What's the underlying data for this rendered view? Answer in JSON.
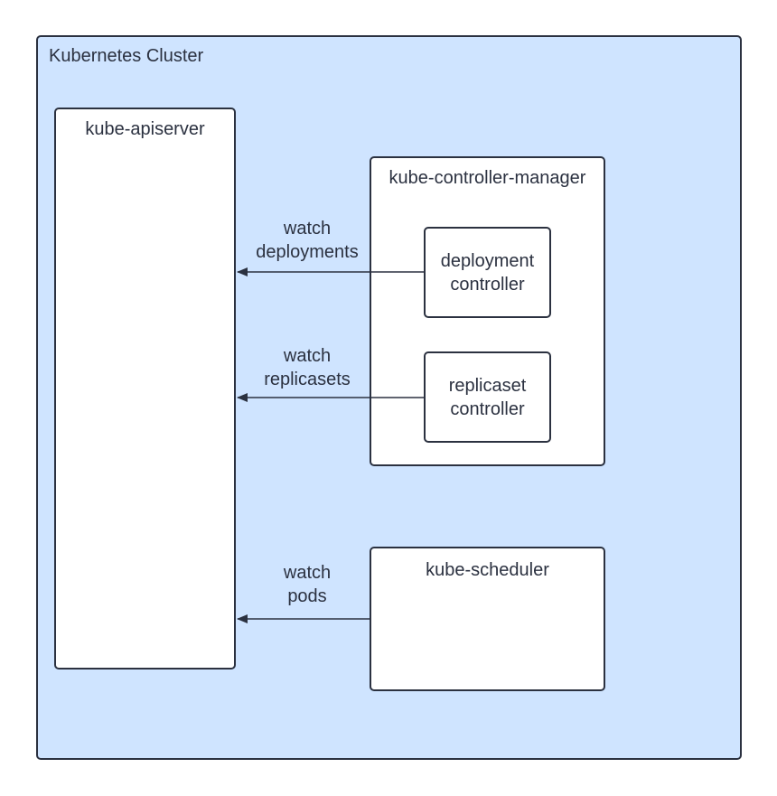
{
  "cluster": {
    "label": "Kubernetes Cluster"
  },
  "apiserver": {
    "label": "kube-apiserver"
  },
  "controller_manager": {
    "label": "kube-controller-manager",
    "deployment_controller": {
      "line1": "deployment",
      "line2": "controller"
    },
    "replicaset_controller": {
      "line1": "replicaset",
      "line2": "controller"
    }
  },
  "scheduler": {
    "label": "kube-scheduler"
  },
  "edges": [
    {
      "line1": "watch",
      "line2": "deployments"
    },
    {
      "line1": "watch",
      "line2": "replicasets"
    },
    {
      "line1": "watch",
      "line2": "pods"
    }
  ],
  "colors": {
    "cluster_fill": "#cfe4ff",
    "stroke": "#2b3140",
    "box_fill": "#ffffff"
  }
}
